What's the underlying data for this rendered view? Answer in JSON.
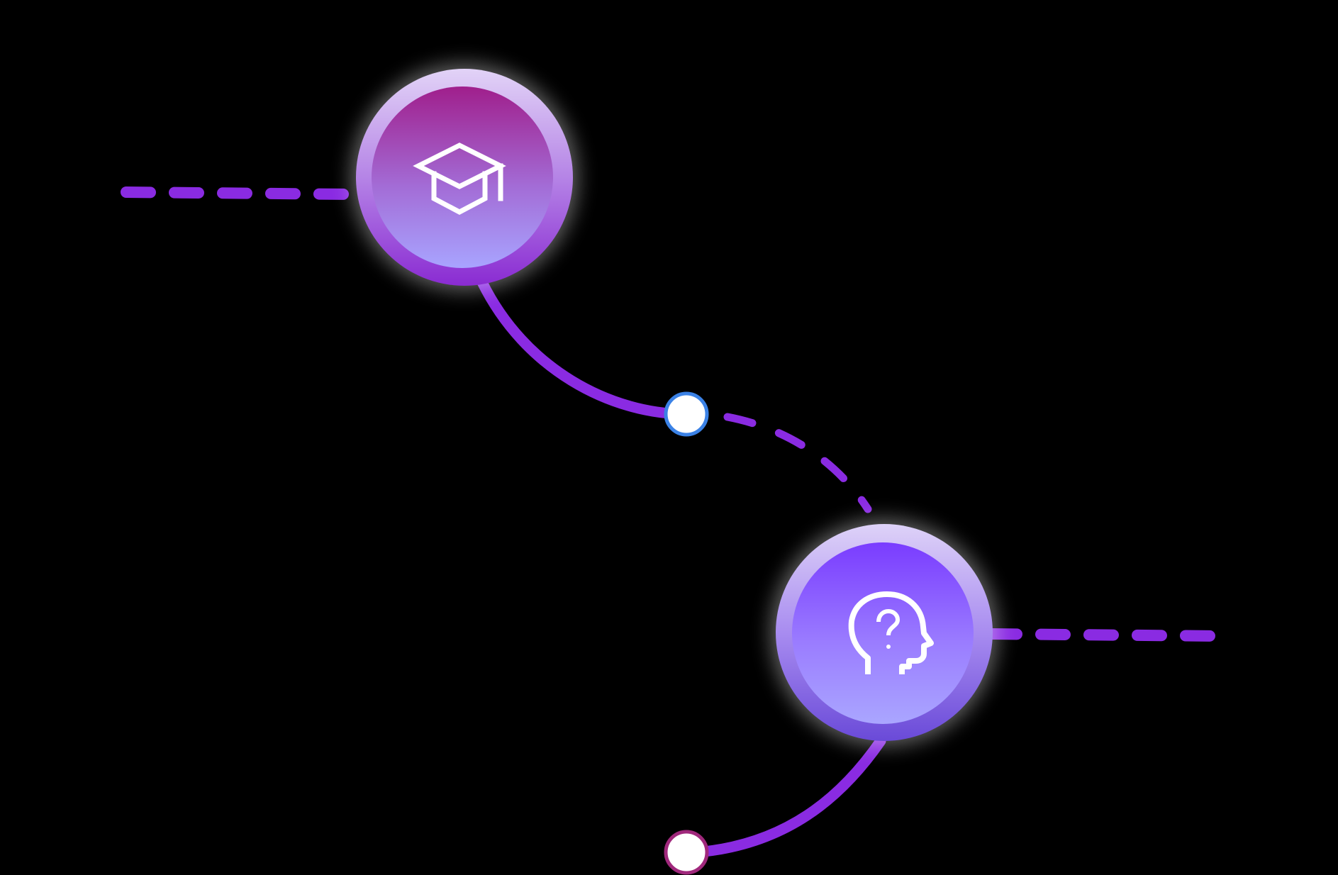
{
  "colors": {
    "background": "#000000",
    "path_purple": "#8a2be2",
    "node_glow": "#ffffff",
    "node_top_magenta": "#a01f8c",
    "node_top_violet": "#7a3cff",
    "node_bottom_lavender": "#a8a4ff",
    "ring_light": "#dccdf7",
    "waypoint_fill": "#ffffff",
    "waypoint_blue_border": "#3b82e6",
    "waypoint_magenta_border": "#a0287c"
  },
  "nodes": [
    {
      "id": "education-node",
      "icon": "graduation-cap-icon",
      "theme": "magenta"
    },
    {
      "id": "question-head-node",
      "icon": "head-question-icon",
      "theme": "violet"
    }
  ],
  "waypoints": [
    {
      "id": "waypoint-blue",
      "border": "blue"
    },
    {
      "id": "waypoint-magenta",
      "border": "magenta"
    }
  ],
  "connectors": [
    {
      "id": "dashed-left-connector",
      "style": "dashed"
    },
    {
      "id": "solid-curve-connector-1",
      "style": "solid"
    },
    {
      "id": "dashed-curve-connector",
      "style": "dashed"
    },
    {
      "id": "dashed-right-connector",
      "style": "dashed"
    },
    {
      "id": "solid-curve-connector-2",
      "style": "solid"
    }
  ]
}
